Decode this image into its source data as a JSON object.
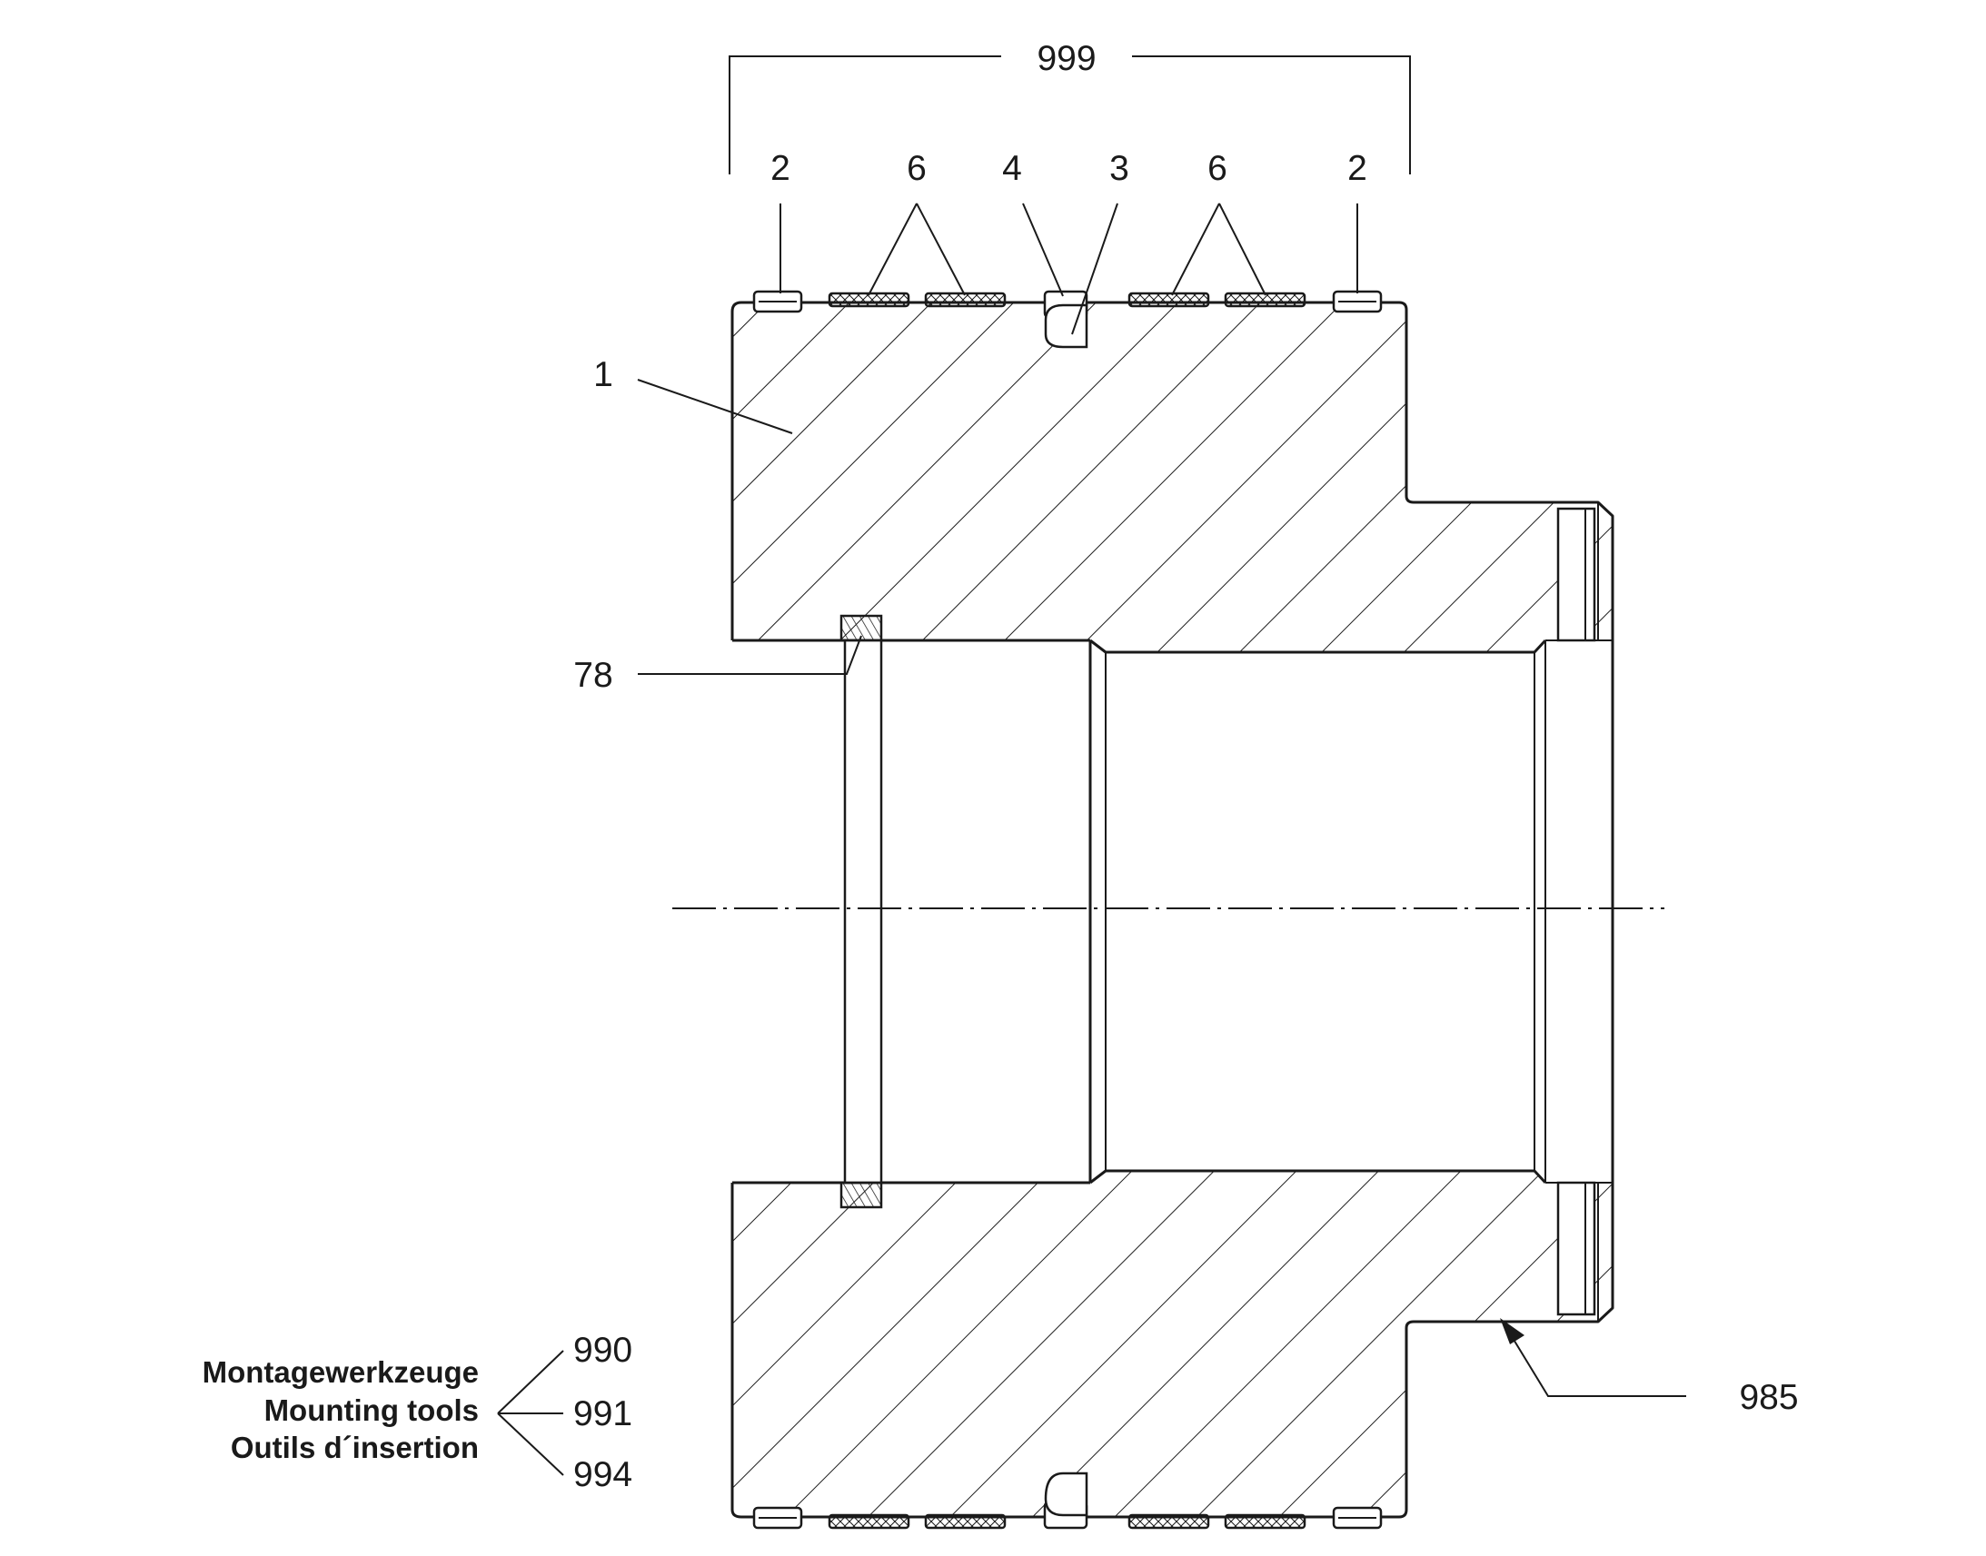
{
  "labels": {
    "assembly": "999",
    "guide_ring_left": "2",
    "rod_seal_left": "6",
    "o_ring": "4",
    "backup_ring": "3",
    "rod_seal_right": "6",
    "guide_ring_right": "2",
    "piston_body": "1",
    "snap_ring": "78",
    "surface_ref": "985",
    "tool_1": "990",
    "tool_2": "991",
    "tool_3": "994"
  },
  "tools_caption": {
    "de": "Montagewerkzeuge",
    "en": "Mounting tools",
    "fr": "Outils d´insertion"
  }
}
